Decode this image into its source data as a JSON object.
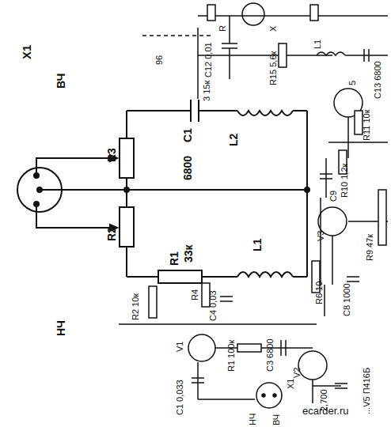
{
  "diagram": {
    "labels": [
      "X1",
      "ВЧ",
      "НЧ",
      "R3",
      "R2",
      "R1",
      "33к",
      "C1",
      "6800",
      "L2",
      "L1",
      "R2 10к",
      "R4",
      "C4 0,03",
      "V1",
      "R1 100к",
      "C3 6800",
      "V2",
      "C1 0,033",
      "2,700",
      "...V5 П416Б",
      "X1",
      "НЧ",
      "ВЧ",
      "R6 10",
      "C8 1000",
      "V3",
      "R9 47к",
      "C9",
      "R10 1,2к",
      "R11 10к",
      "5",
      "C13 6800",
      "C12 0,01",
      "R15 5,6к",
      "L1",
      "3 15к",
      "96",
      "R",
      "X",
      "ecarder.ru"
    ]
  }
}
